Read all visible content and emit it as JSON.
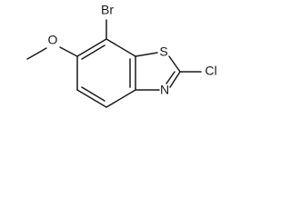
{
  "molecule": {
    "atoms": {
      "br": "Br",
      "o": "O",
      "s": "S",
      "cl": "Cl",
      "n": "N"
    }
  }
}
